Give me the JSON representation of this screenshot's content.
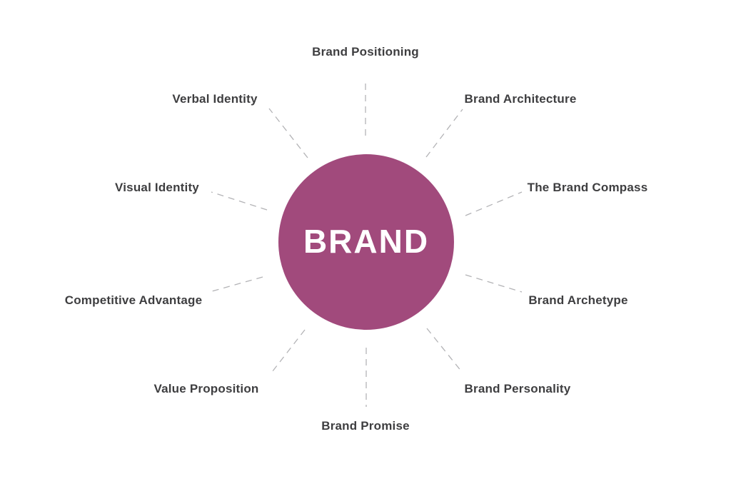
{
  "diagram": {
    "title": "Brand elements radial diagram",
    "center": {
      "label": "BRAND",
      "color": "#A14A7C",
      "text_color": "#FFFFFF"
    },
    "connector_color": "#B3B3B6",
    "label_color": "#3E3E40",
    "background_color": "#FFFFFF",
    "nodes": [
      {
        "id": "brand-positioning",
        "label": "Brand Positioning",
        "position": "top"
      },
      {
        "id": "brand-architecture",
        "label": "Brand Architecture",
        "position": "top-right"
      },
      {
        "id": "the-brand-compass",
        "label": "The Brand Compass",
        "position": "right-upper"
      },
      {
        "id": "brand-archetype",
        "label": "Brand Archetype",
        "position": "right-lower"
      },
      {
        "id": "brand-personality",
        "label": "Brand Personality",
        "position": "bottom-right"
      },
      {
        "id": "brand-promise",
        "label": "Brand Promise",
        "position": "bottom"
      },
      {
        "id": "value-proposition",
        "label": "Value Proposition",
        "position": "bottom-left"
      },
      {
        "id": "competitive-advantage",
        "label": "Competitive Advantage",
        "position": "left-lower"
      },
      {
        "id": "visual-identity",
        "label": "Visual Identity",
        "position": "left-upper"
      },
      {
        "id": "verbal-identity",
        "label": "Verbal Identity",
        "position": "top-left"
      }
    ]
  }
}
